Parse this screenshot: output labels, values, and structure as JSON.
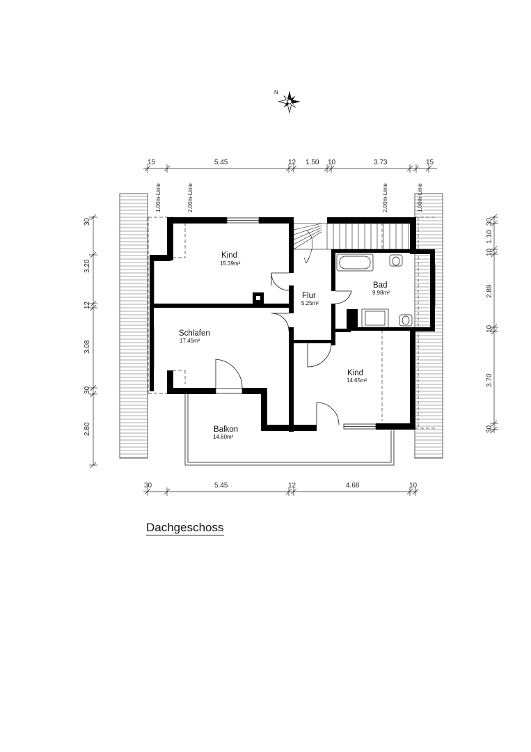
{
  "caption": "Dachgeschoss",
  "rooms": [
    {
      "name": "Kind",
      "area": "15.39m²"
    },
    {
      "name": "Flur",
      "area": "5.25m²"
    },
    {
      "name": "Bad",
      "area": "9.98m²"
    },
    {
      "name": "Schlafen",
      "area": "17.45m²"
    },
    {
      "name": "Kind",
      "area": "14.65m²"
    },
    {
      "name": "Balkon",
      "area": "14.60m²"
    }
  ],
  "height_lines": [
    "1.00m-Linie",
    "2.00m-Linie",
    "2.00m-Linie",
    "1.00m-Linie"
  ],
  "dimensions": {
    "top": [
      "15",
      "5.45",
      "12",
      "1.50",
      "10",
      "3.73",
      "15"
    ],
    "bottom": [
      "30",
      "5.45",
      "12",
      "4.68",
      "10"
    ],
    "left": [
      "30",
      "3.20",
      "12",
      "3.08",
      "30",
      "2.80"
    ],
    "right": [
      "30",
      "1.10",
      "10",
      "2.89",
      "10",
      "3.70",
      "30"
    ]
  },
  "compass": {
    "label": "N"
  }
}
